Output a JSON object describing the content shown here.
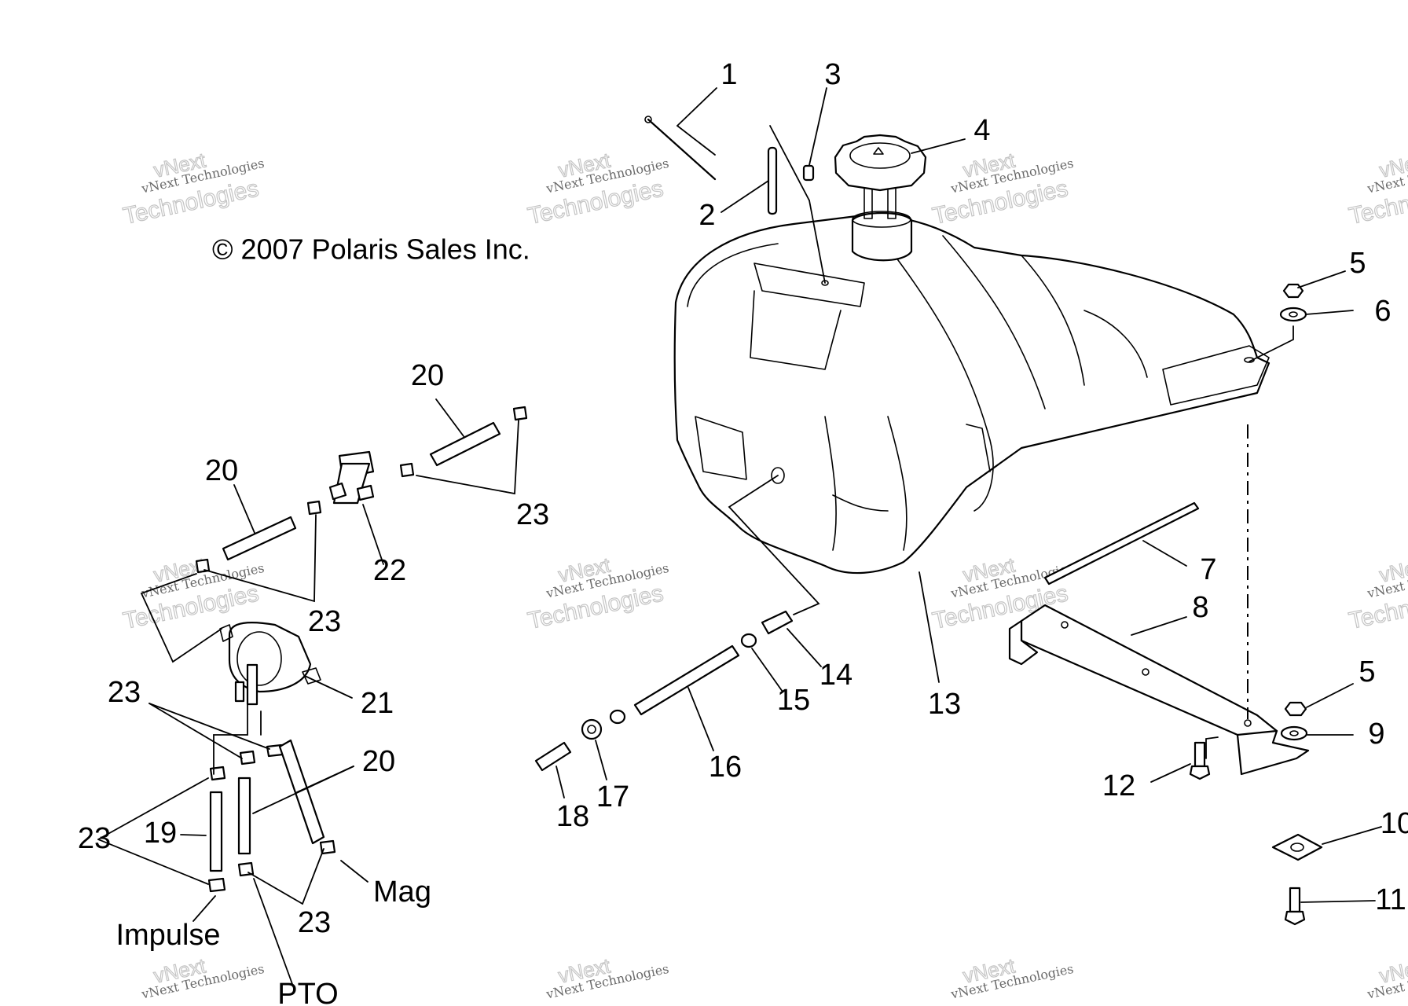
{
  "copyright": "© 2007 Polaris Sales Inc.",
  "watermark": {
    "line_small": "vNext Technologies",
    "line_mid": "vNext",
    "line_big": "Technologies"
  },
  "callouts": {
    "c1": "1",
    "c2": "2",
    "c3": "3",
    "c4": "4",
    "c5a": "5",
    "c5b": "5",
    "c6": "6",
    "c7": "7",
    "c8": "8",
    "c9": "9",
    "c10": "10",
    "c11": "11",
    "c12": "12",
    "c13": "13",
    "c14": "14",
    "c15": "15",
    "c16": "16",
    "c17": "17",
    "c18": "18",
    "c19": "19",
    "c20a": "20",
    "c20b": "20",
    "c20c": "20",
    "c21": "21",
    "c22": "22",
    "c23a": "23",
    "c23b": "23",
    "c23c": "23",
    "c23d": "23",
    "c23e": "23"
  },
  "labels": {
    "impulse": "Impulse",
    "pto": "PTO",
    "mag": "Mag"
  },
  "colors": {
    "ink": "#000000",
    "watermark": "#c4c4c4"
  }
}
